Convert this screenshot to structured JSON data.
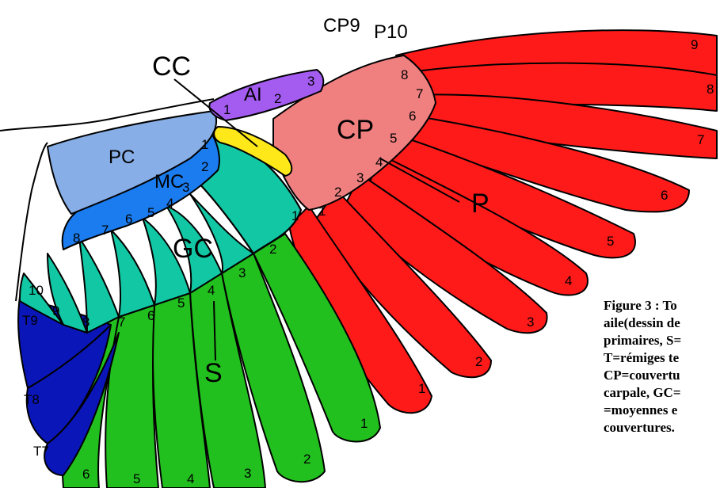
{
  "colors": {
    "primaries": "#ff1a1a",
    "primary_coverts": "#f08080",
    "secondaries": "#22c01e",
    "greater_coverts": "#12c7a4",
    "median_coverts": "#1b7cf0",
    "lesser_coverts": "#87aee6",
    "tertials": "#0a16b8",
    "alula": "#a45cf0",
    "carpal_covert": "#ffe81a"
  },
  "group_labels": {
    "p": "P",
    "s": "S",
    "gc": "GC",
    "mc": "MC",
    "pc": "PC",
    "cp": "CP",
    "al": "AI",
    "cc": "CC",
    "cp9": "CP9",
    "p10": "P10"
  },
  "primaries": [
    "1",
    "2",
    "3",
    "4",
    "5",
    "6",
    "7",
    "8",
    "9"
  ],
  "secondaries": [
    "1",
    "2",
    "3",
    "4",
    "5",
    "6"
  ],
  "greater_coverts": [
    "1",
    "2",
    "3",
    "4",
    "5",
    "6",
    "7",
    "8",
    "9",
    "10"
  ],
  "median_coverts": [
    "1",
    "2",
    "3",
    "4",
    "5",
    "6",
    "7",
    "8"
  ],
  "primary_coverts": [
    "1",
    "2",
    "3",
    "4",
    "5",
    "6",
    "7",
    "8"
  ],
  "alula": [
    "1",
    "2",
    "3"
  ],
  "tertials": [
    "T7",
    "T8",
    "T9"
  ],
  "caption": [
    "Figure 3 : To",
    "aile(dessin de",
    "primaires, S=",
    "T=rémiges te",
    "CP=couvertu",
    "carpale, GC=",
    "=moyennes e",
    "couvertures."
  ]
}
